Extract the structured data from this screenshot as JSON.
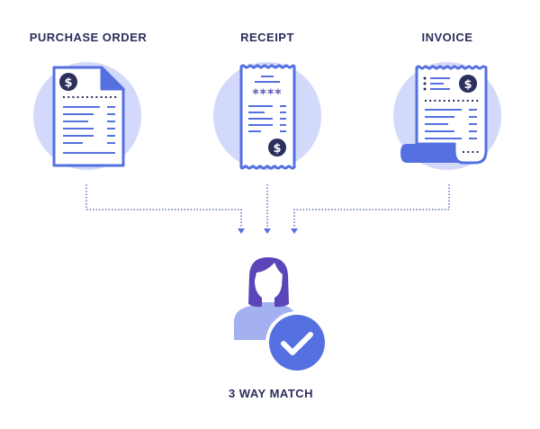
{
  "colors": {
    "title": "#2b2f5c",
    "accent": "#5570e0",
    "circle_bg": "#d3d9fa",
    "navy": "#2b2f5c",
    "hair": "#5b45b8",
    "shoulders": "#a4b1f0",
    "dotted": "#8a95c9"
  },
  "nodes": [
    {
      "id": "purchase_order",
      "label": "PURCHASE ORDER",
      "icon": "purchase-order-document-icon"
    },
    {
      "id": "receipt",
      "label": "RECEIPT",
      "icon": "receipt-icon",
      "masked_text": "****"
    },
    {
      "id": "invoice",
      "label": "INVOICE",
      "icon": "invoice-scroll-icon"
    }
  ],
  "result": {
    "label": "3 WAY MATCH",
    "icon": "person-with-checkmark-icon"
  }
}
